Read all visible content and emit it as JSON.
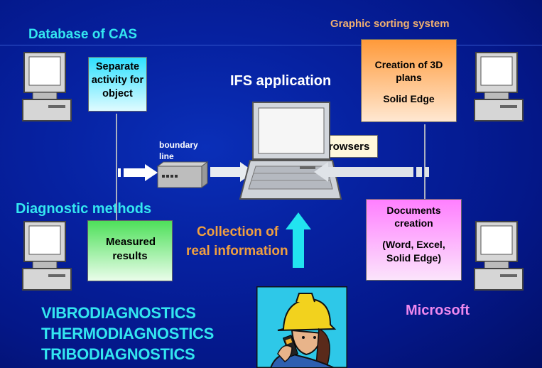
{
  "headers": {
    "database_cas": "Database of CAS",
    "graphic_sorting": "Graphic sorting system",
    "ifs_application": "IFS application",
    "diagnostic_methods": "Diagnostic methods",
    "microsoft": "Microsoft"
  },
  "boxes": {
    "separate_activity": "Separate activity for object",
    "creation_3d": "Creation of 3D plans",
    "solid_edge": "Solid Edge",
    "browsers": "browsers",
    "documents_creation": "Documents creation",
    "word_excel": "(Word, Excel, Solid Edge)",
    "measured_results": "Measured results"
  },
  "labels": {
    "boundary_line": "boundary line",
    "collection_line1": "Collection of",
    "collection_line2": "real information"
  },
  "diagnostics": [
    "VIBRODIAGNOSTICS",
    "THERMODIAGNOSTICS",
    "TRIBODIAGNOSTICS"
  ],
  "colors": {
    "background": "#0621a0",
    "cyan_text": "#33e6f0",
    "orange_text": "#f0a040",
    "pink_text": "#ee88ee",
    "arrow_cyan": "#22e4f0"
  },
  "icons": [
    "computer-icon",
    "router-icon",
    "laptop-icon",
    "worker-icon",
    "up-arrow-icon",
    "right-arrow-icon",
    "left-arrow-icon"
  ]
}
